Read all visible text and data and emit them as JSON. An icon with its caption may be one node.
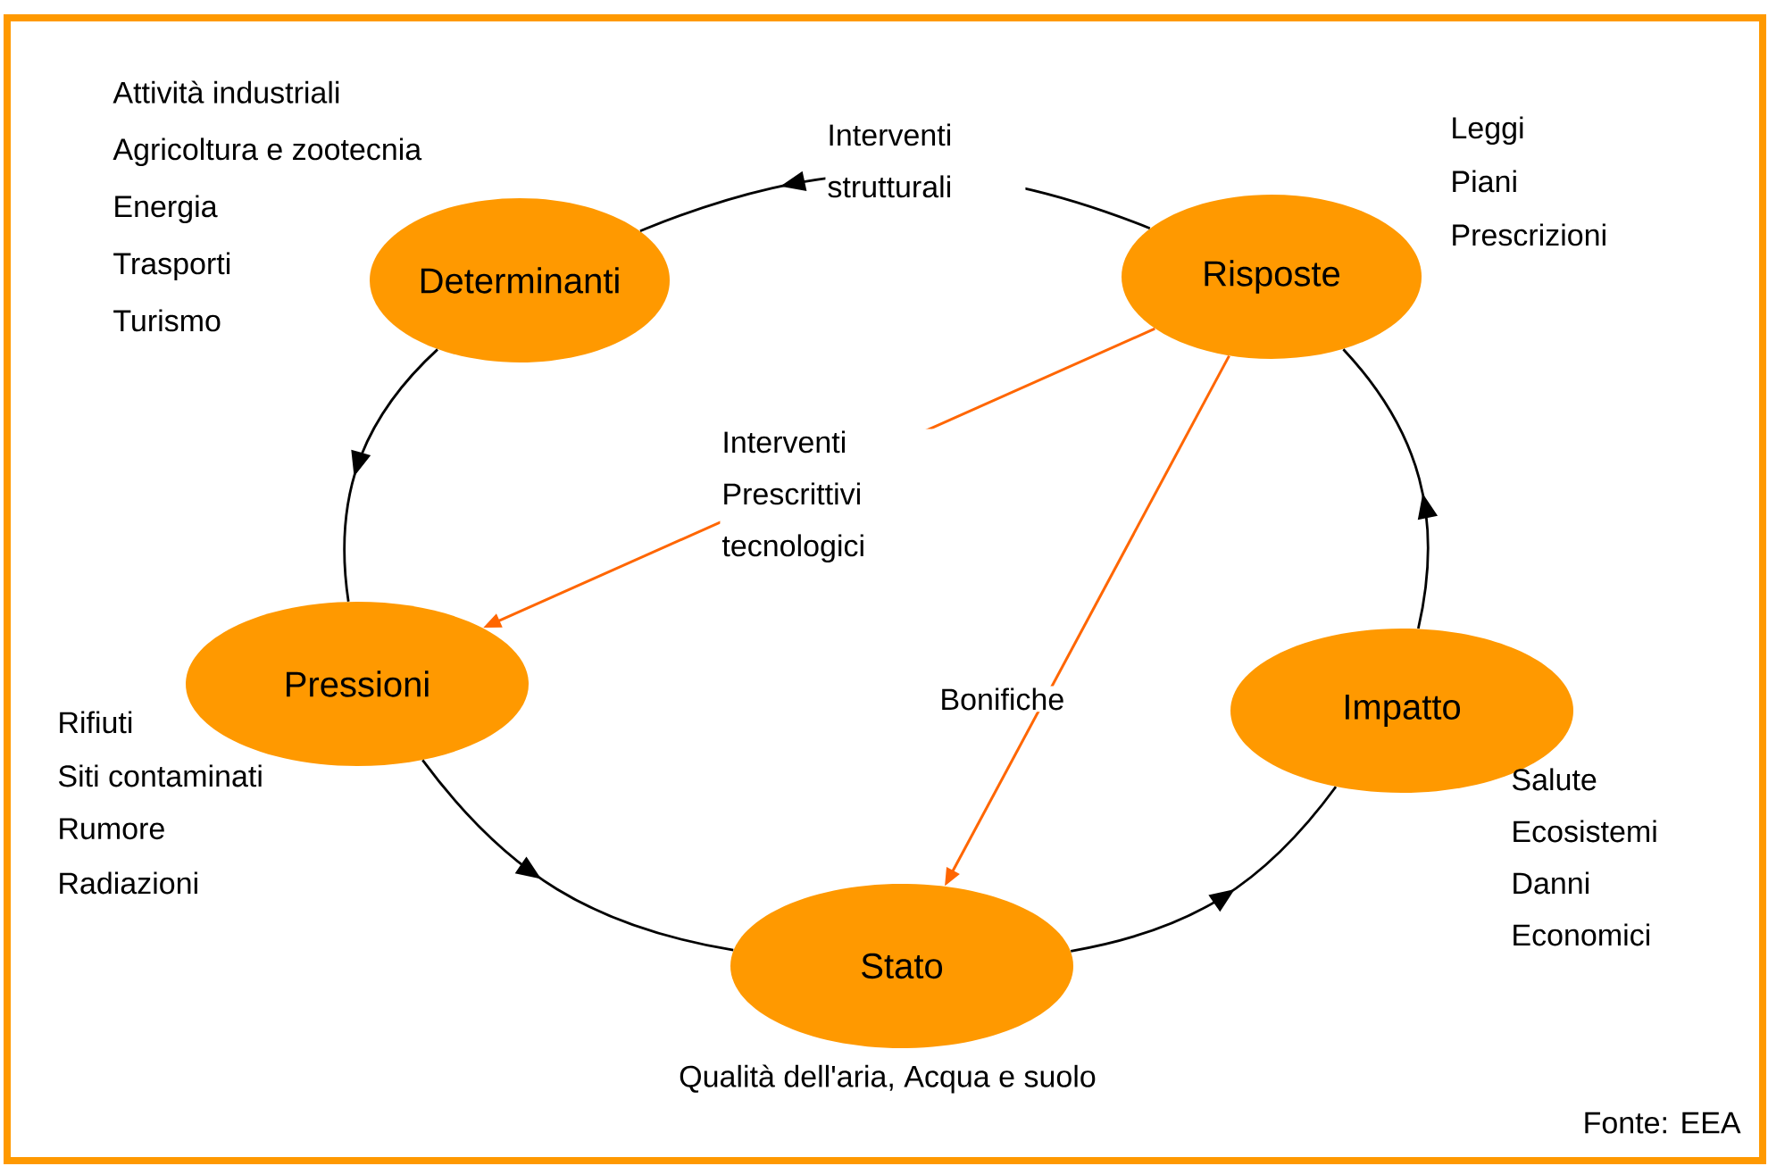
{
  "diagram": {
    "nodes": [
      {
        "text": [
          "Determinanti"
        ],
        "beside": [
          "Attività industriali",
          "Agricoltura e zootecnia",
          "Energia",
          "Trasporti",
          "Turismo"
        ]
      },
      {
        "text": [
          "Risposte"
        ],
        "beside": [
          "Leggi",
          "Piani",
          "Prescrizioni"
        ]
      },
      {
        "text": [
          "Pressioni"
        ],
        "beside": [
          "Rifiuti",
          "Siti contaminati",
          "Rumore",
          "Radiazioni"
        ]
      },
      {
        "text": [
          "Stato"
        ],
        "beside": [
          "Qualità dell'aria, Acqua e suolo"
        ]
      },
      {
        "text": [
          "Impatto"
        ],
        "beside": [
          "Salute",
          "Ecosistemi",
          "Danni",
          "Economici"
        ]
      }
    ],
    "edges": [
      {
        "from": 0,
        "to": 2,
        "arrow": "to"
      },
      {
        "from": 2,
        "to": 3,
        "arrow": "to"
      },
      {
        "from": 3,
        "to": 4,
        "arrow": "to"
      },
      {
        "from": 4,
        "to": 1,
        "arrow": "to"
      },
      {
        "from": 1,
        "to": 0,
        "arrow": "to",
        "label": "Interventi strutturali"
      },
      {
        "from": 1,
        "to": 2,
        "arrow": "to",
        "label": "Interventi Prescrittivi tecnologici",
        "color": "#ff6600"
      },
      {
        "from": 1,
        "to": 3,
        "arrow": "to",
        "label": "Bonifiche",
        "color": "#ff6600"
      }
    ],
    "labels": [
      "Fonte: EEA"
    ]
  }
}
